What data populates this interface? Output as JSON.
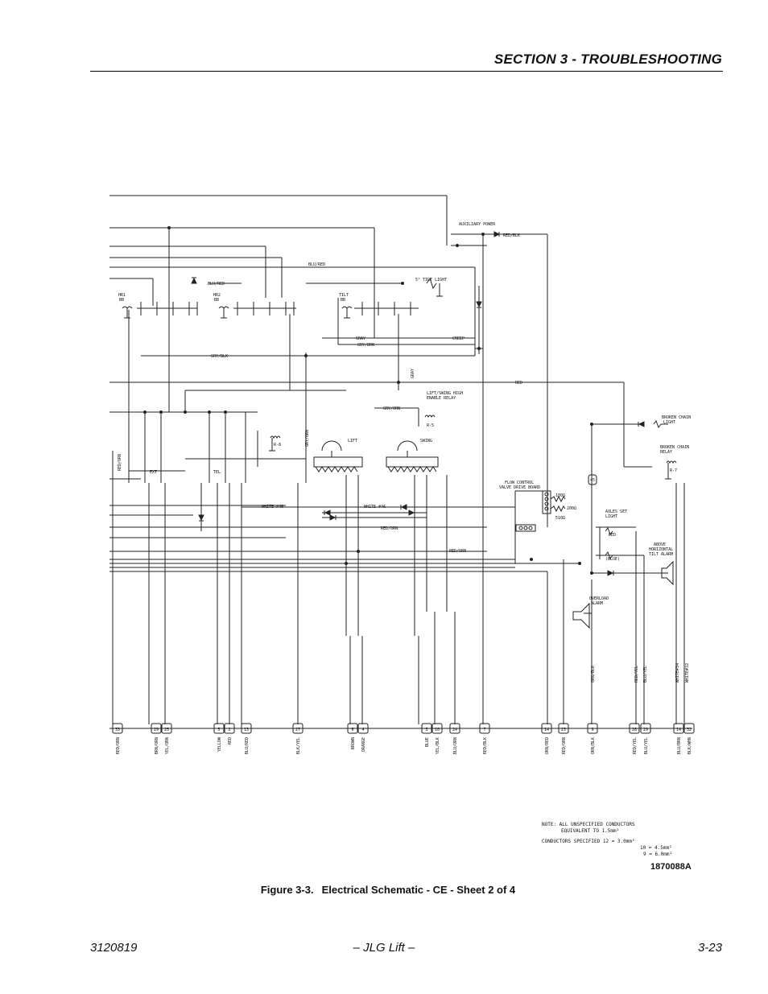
{
  "header": {
    "section": "SECTION 3 - TROUBLESHOOTING"
  },
  "schematic": {
    "labels": {
      "aux_power": "AUXILIARY POWER",
      "red_blk": "RED/BLK",
      "blu_red_top": "BLU/RED",
      "blu_red_mid": "BLU/RED",
      "tilt_light": "5° TILT LIGHT",
      "hr1": "HR1",
      "hr1_bb": "BB",
      "hr2": "HR2",
      "hr2_bb": "BB",
      "tilt": "TILT",
      "tilt_bb": "BB",
      "gray": "GRAY",
      "gry_brn": "GRY/BRN",
      "creep": "CREEP",
      "gry_blk": "GRY/BLK",
      "gray_vert": "GRAY",
      "red": "RED",
      "lsh_relay_1": "LIFT/SWING HIGH",
      "lsh_relay_2": "ENABLE RELAY",
      "gry_orn_top": "GRY/ORN",
      "gry_orn_vert": "GRY/ORN",
      "red_orn_vert": "RED/ORN",
      "broken_chain_light_1": "BROKEN CHAIN",
      "broken_chain_light_2": "LIGHT",
      "broken_chain_relay_1": "BROKEN CHAIN",
      "broken_chain_relay_2": "RELAY",
      "lift": "LIFT",
      "swing": "SWING",
      "ext": "EXT",
      "tel": "TEL",
      "relay_r8": "R-8",
      "relay_r5": "R-5",
      "relay_r7": "R-7",
      "flow_control_1": "FLOW CONTROL",
      "flow_control_2": "VALVE DRIVE BOARD",
      "r180": "180Ω",
      "r200": "200Ω",
      "r510": "510Ω",
      "white46_a": "WHITE #46",
      "white46_b": "WHITE #46",
      "red_orn_a": "RED/ORN",
      "red_orn_b": "RED/ORN",
      "axles_set_1": "AXLES SET",
      "axles_set_2": "LIGHT",
      "light_red": "RED",
      "light_blue": "(BLUE)",
      "above_horiz_1": "ABOVE",
      "above_horiz_2": "HORIZONTAL",
      "above_horiz_3": "TILT ALARM",
      "overload_1": "OVERLOAD",
      "overload_2": "ALARM",
      "connector_45": "45",
      "vert_orn_blk": "ORN/BLK",
      "vert_red_yel": "RED/YEL",
      "vert_blu_yel": "BLU/YEL",
      "vert_white34": "WHITE#34",
      "vert_white32": "WHITE#32"
    },
    "terminals": [
      {
        "num": "33",
        "wire": "RED/ORN"
      },
      {
        "num": "29",
        "wire": "BRN/ORN"
      },
      {
        "num": "25",
        "wire": "YEL/ORN"
      },
      {
        "num": "5",
        "wire": "YELLOW"
      },
      {
        "num": "2",
        "wire": "RED"
      },
      {
        "num": "13",
        "wire": "BLU/RED"
      },
      {
        "num": "27",
        "wire": "BLK/YEL"
      },
      {
        "num": "6",
        "wire": "BROWN"
      },
      {
        "num": "4",
        "wire": "ORANGE"
      },
      {
        "num": "3",
        "wire": "BLUE"
      },
      {
        "num": "10",
        "wire": "YEL/BLK"
      },
      {
        "num": "24",
        "wire": "BLU/ORN"
      },
      {
        "num": "7",
        "wire": "RED/BLK"
      },
      {
        "num": "14",
        "wire": "ORN/RED"
      },
      {
        "num": "23",
        "wire": "RED/ORN"
      },
      {
        "num": "9",
        "wire": "ORN/BLK"
      },
      {
        "num": "28",
        "wire": "RED/YEL"
      },
      {
        "num": "29",
        "wire": "BLU/YEL"
      },
      {
        "num": "14",
        "wire": "BLU/BRN"
      },
      {
        "num": "32",
        "wire": "BLK/WHN"
      }
    ],
    "note": {
      "line1": "NOTE: ALL UNSPECIFIED CONDUCTORS",
      "line2": "EQUIVALENT TO 1.5mm²",
      "line3": "CONDUCTORS SPECIFIED  12 = 3.0mm²",
      "line4": "10 = 4.5mm²",
      "line5": "9 = 6.0mm²"
    },
    "drawing_number": "1870088A"
  },
  "caption": {
    "figure": "Figure 3-3.",
    "title": "Electrical Schematic - CE - Sheet 2 of 4"
  },
  "footer": {
    "doc_number": "3120819",
    "center": "– JLG Lift –",
    "page": "3-23"
  }
}
